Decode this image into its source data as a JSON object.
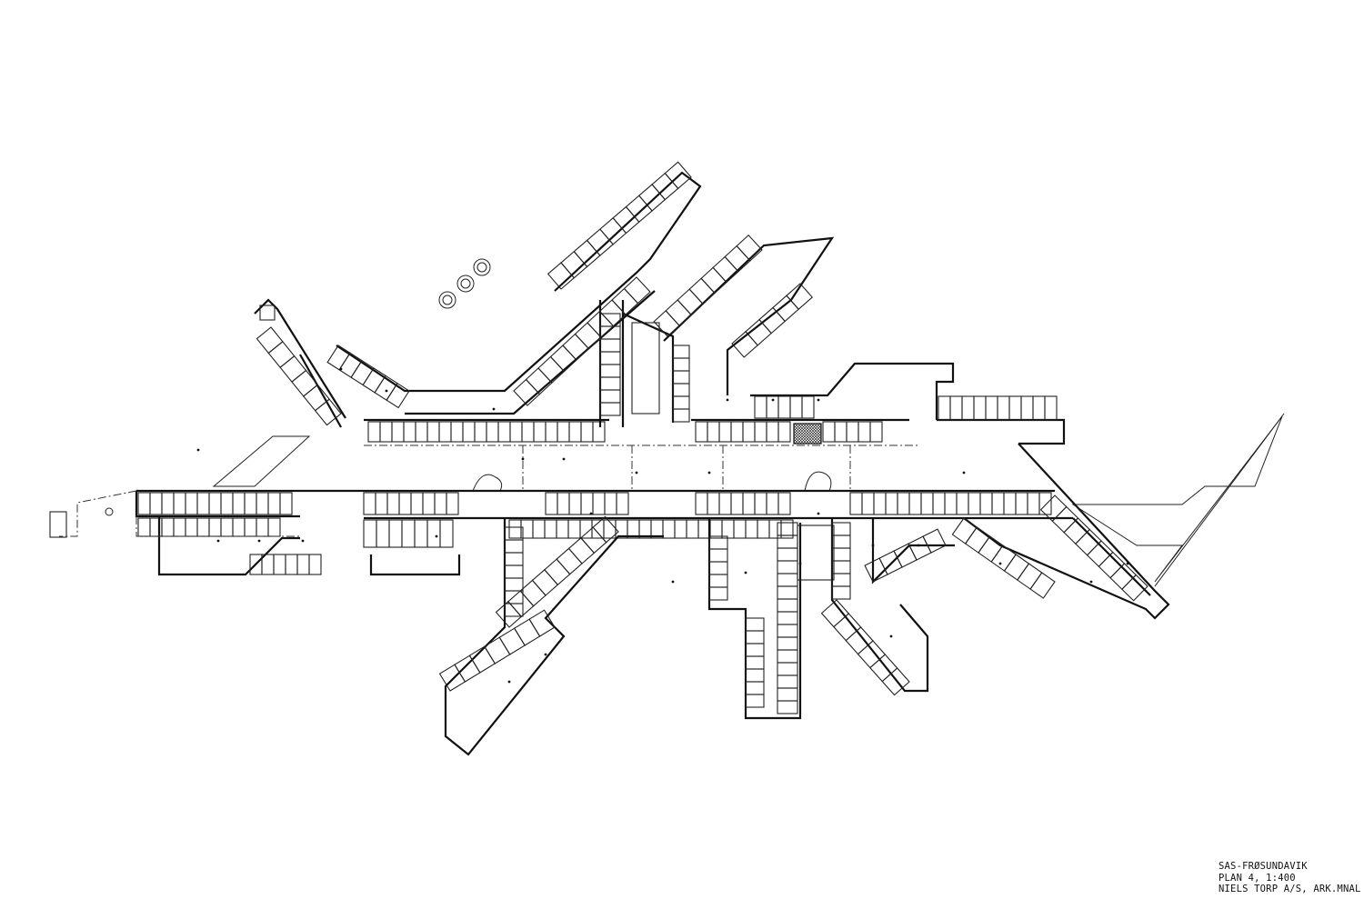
{
  "title_block": {
    "project": "SAS-FRØSUNDAVIK",
    "sheet": "PLAN 4, 1:400",
    "architect": "NIELS TORP A/S, ARK.MNAL"
  },
  "colors": {
    "ink": "#111111",
    "paper": "#ffffff"
  },
  "drawing": {
    "type": "architectural floor plan",
    "icon": "floor-plan-drawing"
  }
}
